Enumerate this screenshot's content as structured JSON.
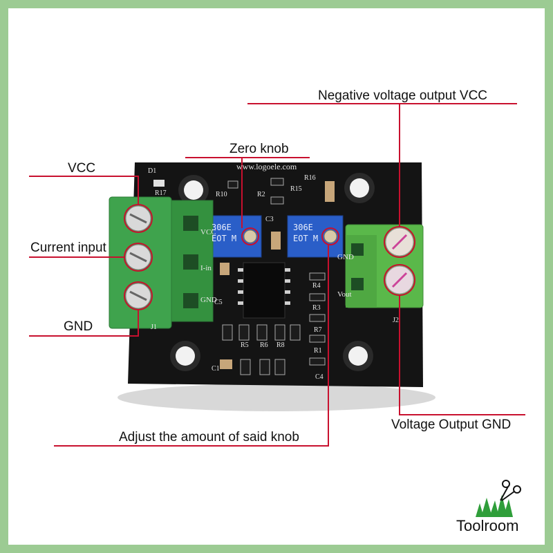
{
  "labels": {
    "negative_vcc": "Negative voltage output VCC",
    "zero_knob": "Zero knob",
    "vcc": "VCC",
    "current_input": "Current input",
    "gnd": "GND",
    "voltage_output_gnd": "Voltage Output GND",
    "adjust_knob": "Adjust the amount of said knob"
  },
  "board": {
    "url": "www.logoele.com",
    "pot_code_left": "306E",
    "pot_code_right": "306E",
    "pot_sub_left": "EOT M",
    "pot_sub_right": "EOT M",
    "silk_d1": "D1",
    "silk_r17": "R17",
    "silk_vcc": "VCC",
    "silk_iin": "I-in",
    "silk_gnd": "GND",
    "silk_j1": "J1",
    "silk_vout": "Vout",
    "silk_gnd2": "GND",
    "silk_j2": "J2",
    "silk_c3": "C3",
    "silk_c5": "C5",
    "silk_c1": "C1",
    "silk_c4": "C4",
    "silk_r4": "R4",
    "silk_r3": "R3",
    "silk_r8": "R8",
    "silk_r6": "R6",
    "silk_r5": "R5",
    "silk_r7": "R7",
    "silk_r1": "R1",
    "silk_r15": "R15",
    "silk_r16": "R16",
    "silk_r10": "R10",
    "silk_r2": "R2"
  },
  "brand": {
    "name": "Toolroom"
  },
  "colors": {
    "frame": "#9ccb93",
    "callout_line": "#c8102e",
    "pcb": "#141414",
    "terminal": "#3fa34d"
  }
}
